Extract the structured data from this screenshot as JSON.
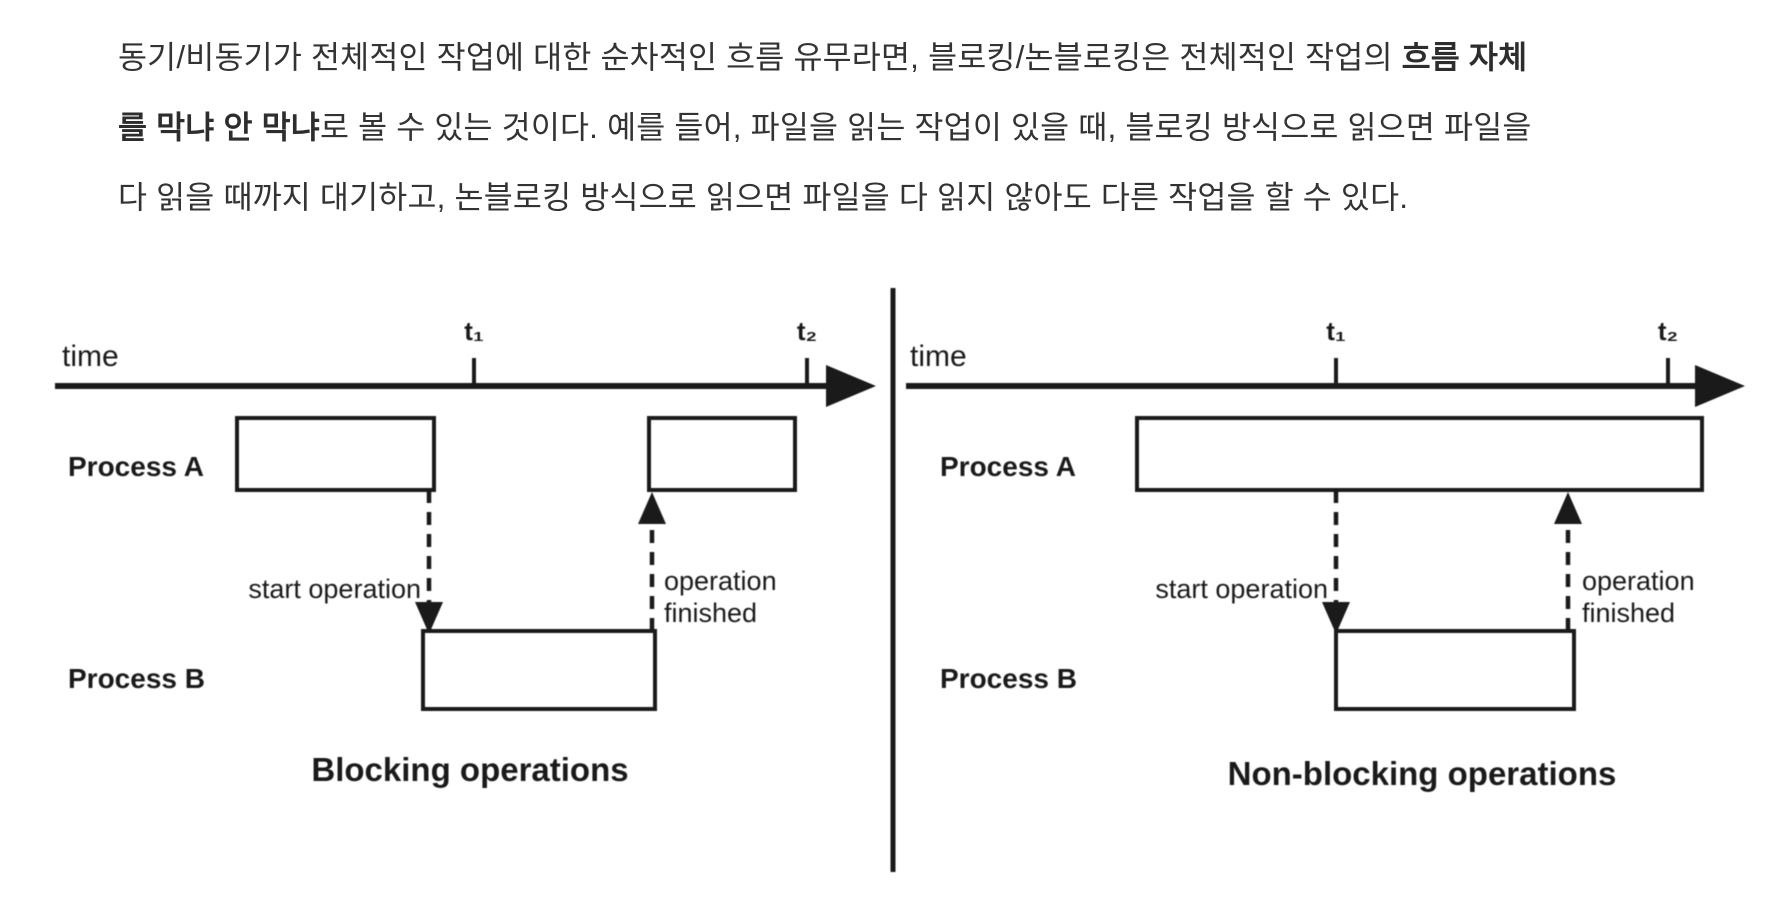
{
  "page": {
    "background": "#ffffff"
  },
  "paragraph": {
    "text_color": "#333333",
    "segments": [
      {
        "text": "동기/비동기가 전체적인 작업에 대한 순차적인 흐름 유무라면, 블로킹/논블로킹은 전체적인 작업의 ",
        "bold": false
      },
      {
        "text": "흐름 자체를 막냐 안 막냐",
        "bold": true
      },
      {
        "text": "로 볼 수 있는 것이다. 예를 들어, 파일을 읽는 작업이 있을 때, 블로킹 방식으로 읽으면 파일을 다 읽을 때까지 대기하고, 논블로킹 방식으로 읽으면 파일을 다 읽지 않아도 다른 작업을 할 수 있다.",
        "bold": false
      }
    ]
  },
  "diagram": {
    "ink_color": "#1a1a1a",
    "panels": [
      {
        "id": "blocking",
        "time_label": "time",
        "t1_label": "t₁",
        "t2_label": "t₂",
        "process_a_label": "Process A",
        "process_b_label": "Process B",
        "start_operation_label": "start operation",
        "operation_finished_lines": [
          "operation",
          "finished"
        ],
        "caption": "Blocking operations"
      },
      {
        "id": "non-blocking",
        "time_label": "time",
        "t1_label": "t₁",
        "t2_label": "t₂",
        "process_a_label": "Process A",
        "process_b_label": "Process B",
        "start_operation_label": "start operation",
        "operation_finished_lines": [
          "operation",
          "finished"
        ],
        "caption": "Non-blocking operations"
      }
    ]
  }
}
